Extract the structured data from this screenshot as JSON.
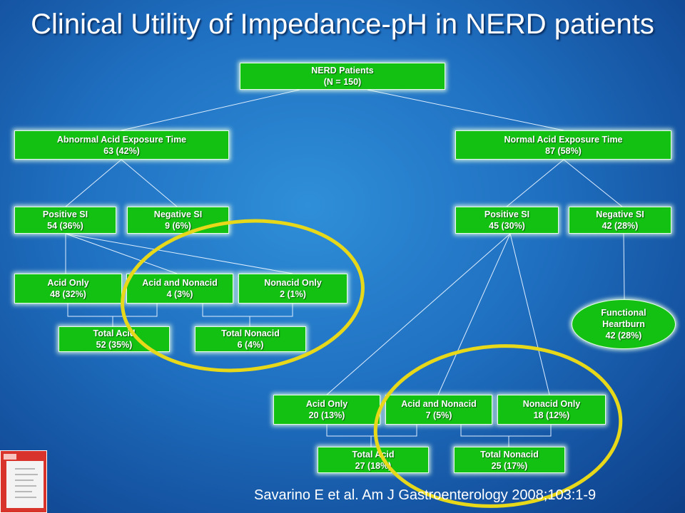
{
  "title": "Clinical Utility of Impedance-pH in NERD patients",
  "nodes": {
    "root": {
      "line1": "NERD Patients",
      "line2": "(N = 150)"
    },
    "abnormal": {
      "line1": "Abnormal Acid Exposure Time",
      "line2": "63 (42%)"
    },
    "normal": {
      "line1": "Normal Acid Exposure Time",
      "line2": "87 (58%)"
    },
    "ab_pos_si": {
      "line1": "Positive SI",
      "line2": "54 (36%)"
    },
    "ab_neg_si": {
      "line1": "Negative SI",
      "line2": "9 (6%)"
    },
    "no_pos_si": {
      "line1": "Positive SI",
      "line2": "45 (30%)"
    },
    "no_neg_si": {
      "line1": "Negative SI",
      "line2": "42 (28%)"
    },
    "ab_acid_only": {
      "line1": "Acid Only",
      "line2": "48 (32%)"
    },
    "ab_acid_nonacid": {
      "line1": "Acid and Nonacid",
      "line2": "4 (3%)"
    },
    "ab_nonacid_only": {
      "line1": "Nonacid Only",
      "line2": "2 (1%)"
    },
    "ab_total_acid": {
      "line1": "Total Acid",
      "line2": "52 (35%)"
    },
    "ab_total_nonacid": {
      "line1": "Total Nonacid",
      "line2": "6 (4%)"
    },
    "functional_heartburn": {
      "line1": "Functional",
      "line2": "Heartburn",
      "line3": "42 (28%)"
    },
    "no_acid_only": {
      "line1": "Acid Only",
      "line2": "20 (13%)"
    },
    "no_acid_nonacid": {
      "line1": "Acid and Nonacid",
      "line2": "7 (5%)"
    },
    "no_nonacid_only": {
      "line1": "Nonacid Only",
      "line2": "18 (12%)"
    },
    "no_total_acid": {
      "line1": "Total Acid",
      "line2": "27 (18%)"
    },
    "no_total_nonacid": {
      "line1": "Total Nonacid",
      "line2": "25 (17%)"
    }
  },
  "citation": "Savarino E et al. Am J Gastroenterology 2008;103:1-9",
  "colors": {
    "node_fill": "#13c113",
    "node_border": "#e8ffe8",
    "highlight_ring": "#e8d81a",
    "connector": "#ffffff",
    "background": "#1f6fc0"
  }
}
